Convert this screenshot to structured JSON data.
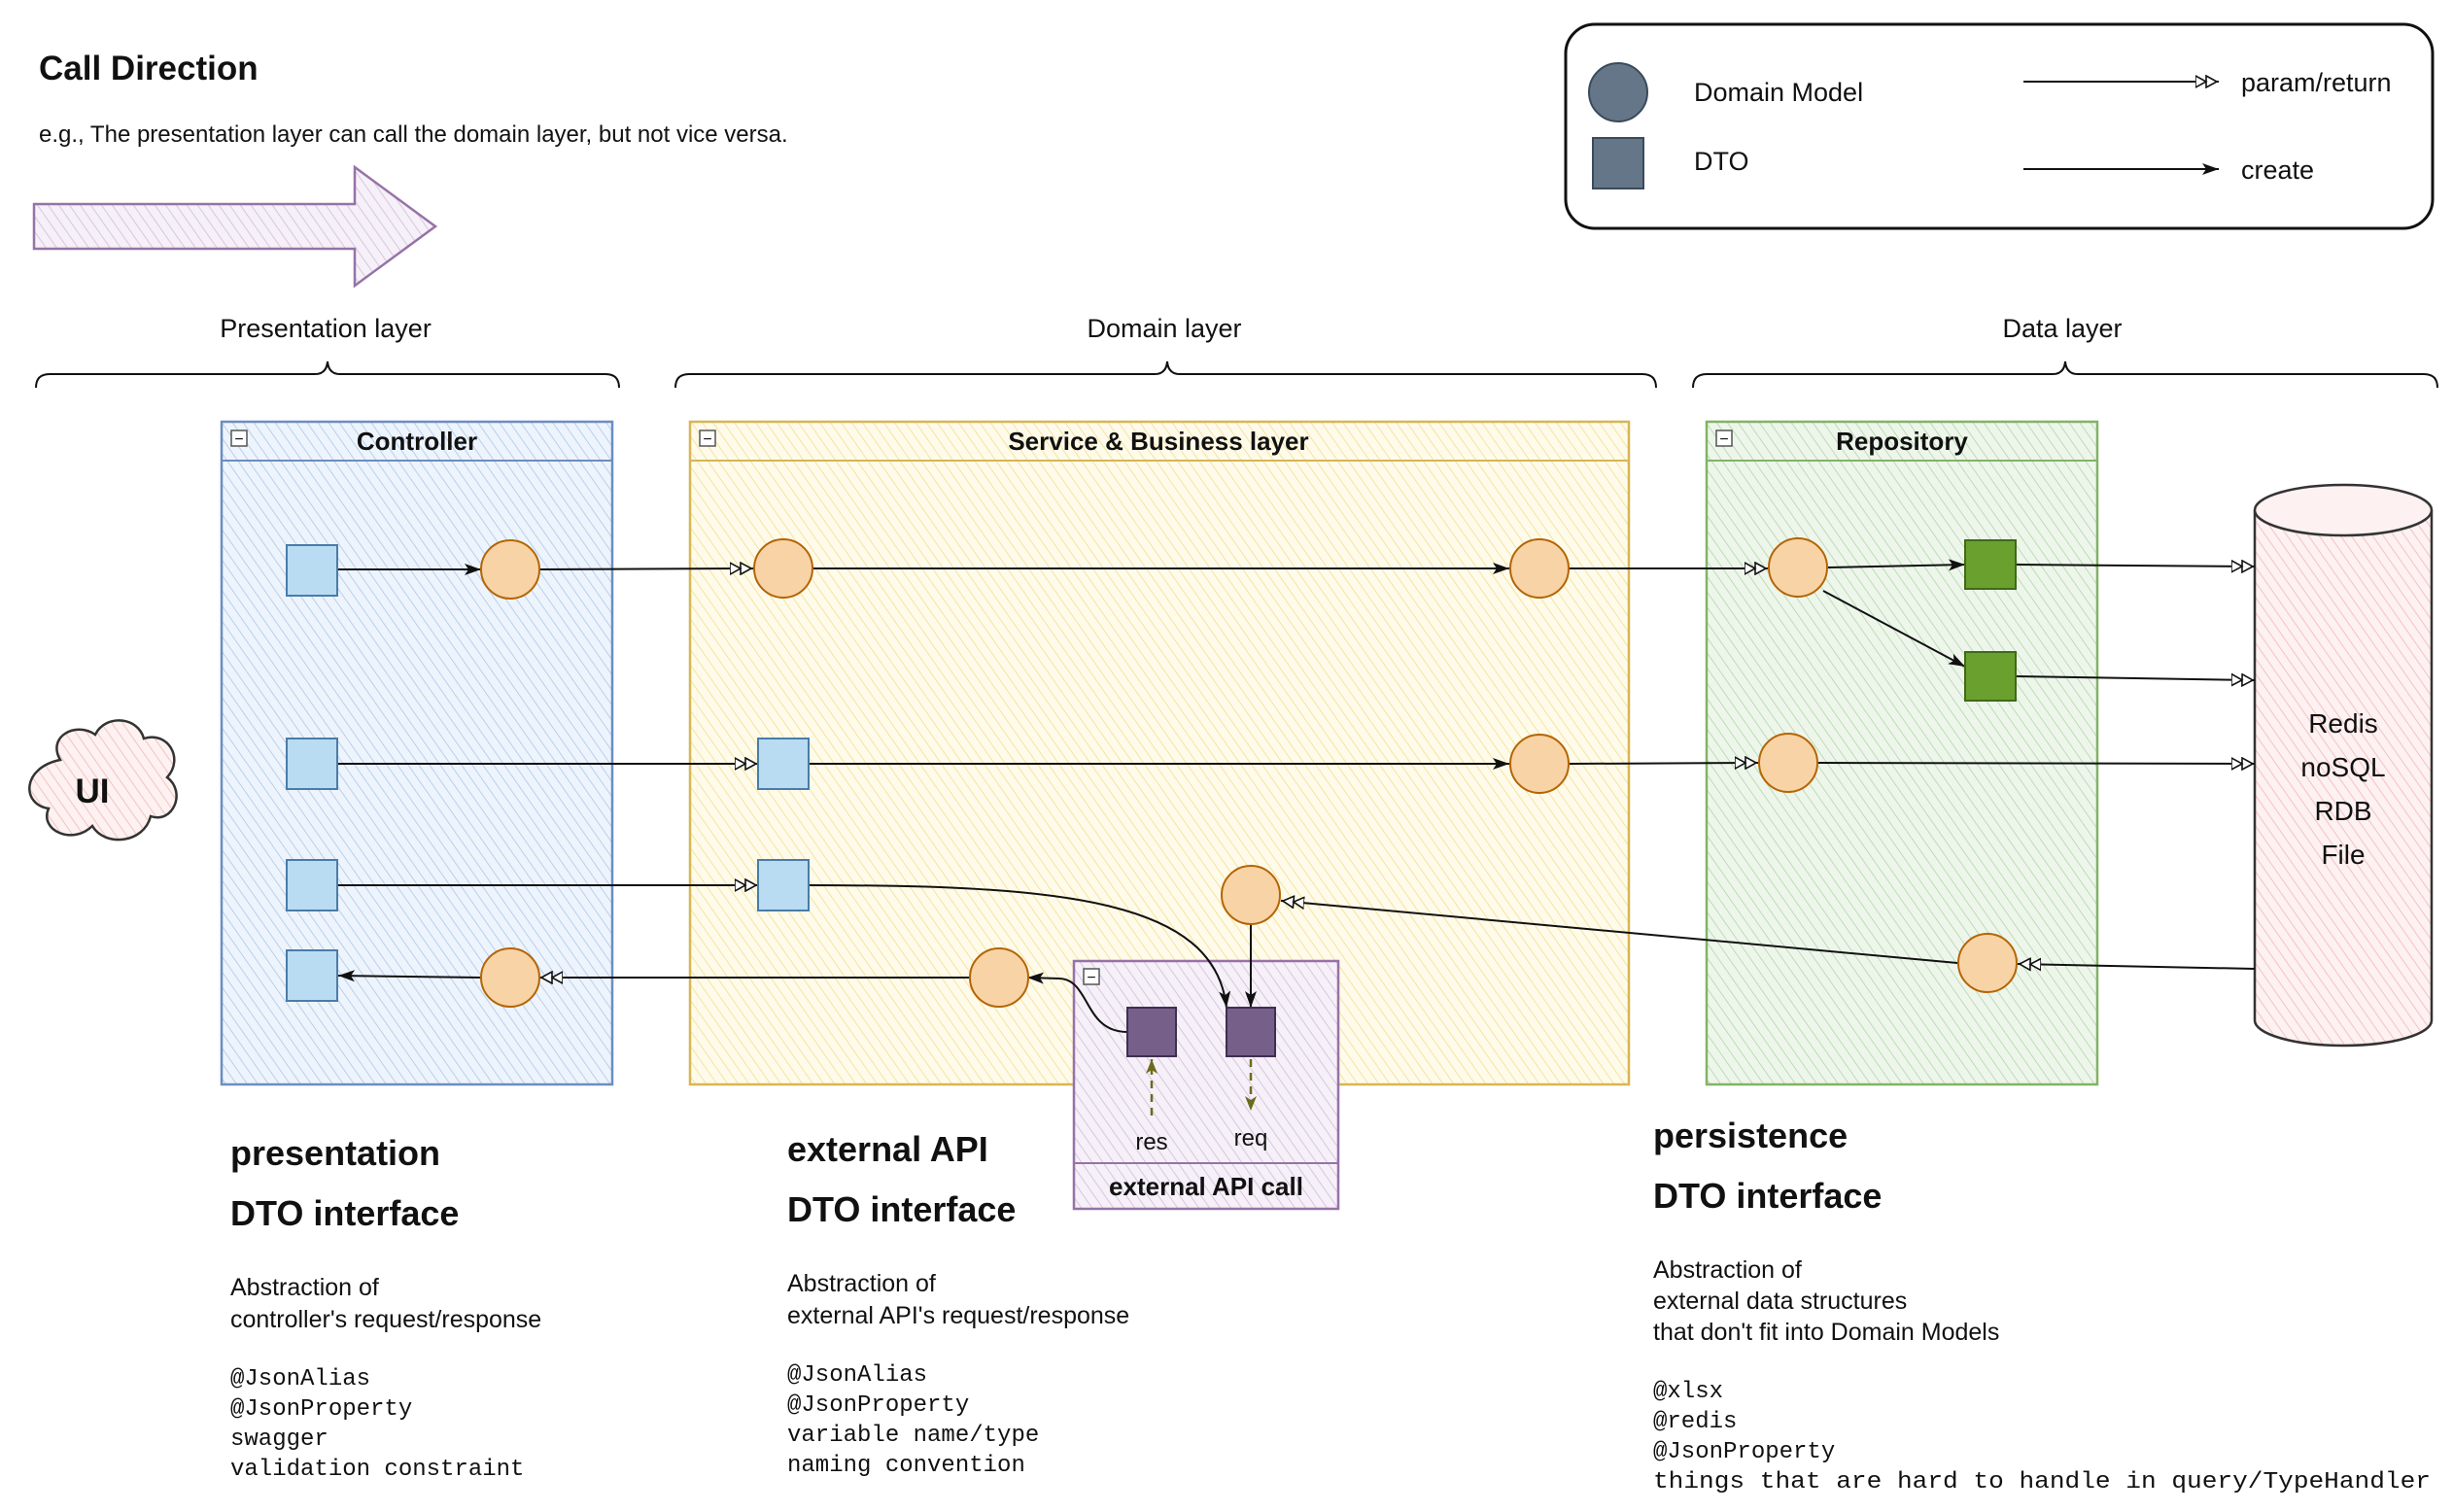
{
  "header": {
    "title": "Call Direction",
    "subtitle": "e.g., The presentation layer can call the domain layer, but not vice versa."
  },
  "legend": {
    "domain_model": "Domain Model",
    "dto": "DTO",
    "param_return": "param/return",
    "create": "create"
  },
  "layers": {
    "presentation": "Presentation layer",
    "domain": "Domain layer",
    "data": "Data layer"
  },
  "containers": {
    "controller": "Controller",
    "service": "Service & Business layer",
    "repository": "Repository",
    "external_api_call": "external API call",
    "collapse_glyph": "−"
  },
  "external": {
    "ui": "UI",
    "storage": [
      "Redis",
      "noSQL",
      "RDB",
      "File"
    ],
    "res": "res",
    "req": "req"
  },
  "notes": {
    "presentation": {
      "title1": "presentation",
      "title2": "DTO interface",
      "desc": [
        "Abstraction of",
        "controller's request/response"
      ],
      "code": [
        "@JsonAlias",
        "@JsonProperty",
        "swagger",
        "validation constraint"
      ]
    },
    "external_api": {
      "title1": "external API",
      "title2": "DTO interface",
      "desc": [
        "Abstraction of",
        "external API's request/response"
      ],
      "code": [
        "@JsonAlias",
        "@JsonProperty",
        "variable name/type",
        "naming convention"
      ]
    },
    "persistence": {
      "title1": "persistence",
      "title2": "DTO interface",
      "desc": [
        "Abstraction of",
        "external data structures",
        "that don't fit into Domain Models"
      ],
      "code": [
        "@xlsx",
        "@redis",
        "@JsonProperty",
        "things that are hard to handle in query/TypeHandler"
      ]
    }
  },
  "colors": {
    "controller_border": "#6c8ebf",
    "controller_fill": "#dae8fc",
    "service_border": "#d6b656",
    "service_fill": "#fff2cc",
    "repository_border": "#82b366",
    "repository_fill": "#d5e8d4",
    "external_border": "#9673a6",
    "external_fill": "#e1d5e7",
    "domain_model": "#f8d3a6",
    "domain_model_stroke": "#b46504",
    "dto_blue": "#b9dcf2",
    "dto_green": "#6aa02e",
    "dto_purple": "#76608a",
    "legend_gray": "#647687",
    "storage_fill": "#f8cecc",
    "arrow_fill": "#e1d5e7"
  },
  "icons": [
    "collapse-icon",
    "cloud-icon",
    "cylinder-icon",
    "arrow-icon"
  ]
}
